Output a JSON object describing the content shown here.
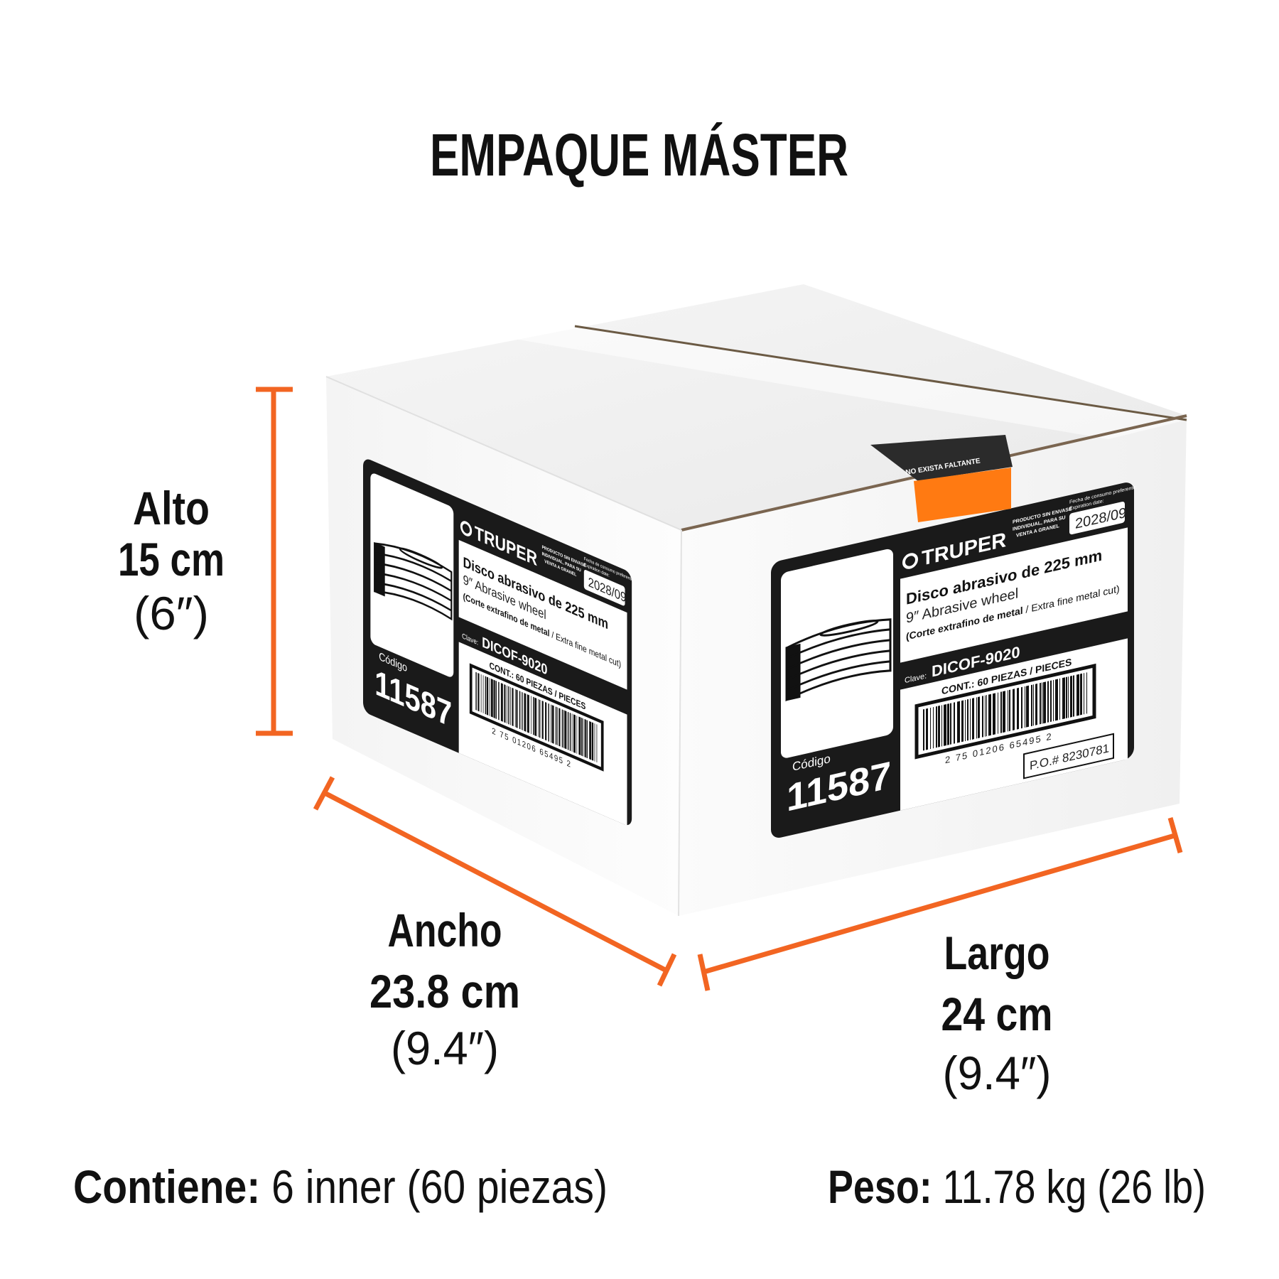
{
  "title": "EMPAQUE MÁSTER",
  "dimensions": {
    "alto": {
      "label": "Alto",
      "metric": "15 cm",
      "imperial": "(6″)"
    },
    "ancho": {
      "label": "Ancho",
      "metric": "23.8 cm",
      "imperial": "(9.4″)"
    },
    "largo": {
      "label": "Largo",
      "metric": "24 cm",
      "imperial": "(9.4″)"
    }
  },
  "footer": {
    "contents_label": "Contiene:",
    "contents_value": " 6 inner (60 piezas)",
    "weight_label": "Peso:",
    "weight_value": " 11.78 kg (26 lb)"
  },
  "box_label": {
    "brand": "TRUPER",
    "bulk_note": [
      "PRODUCTO SIN ENVASE",
      "INDIVIDUAL, PARA SU",
      "VENTA A GRANEL"
    ],
    "expiry_caption": [
      "Fecha de consumo preferente:",
      "Expiration date:"
    ],
    "expiry": "2028/09",
    "product_es": "Disco abrasivo de 225 mm",
    "product_en": "9″ Abrasive wheel",
    "cut_es": "(Corte extrafino de metal",
    "cut_en": " / Extra fine metal cut)",
    "clave_label": "Clave:",
    "clave": "DICOF-9020",
    "contents": "CONT.: 60 PIEZAS / PIECES",
    "barcode_number": "2 75 01206 65495 2",
    "codigo_label": "Código",
    "codigo": "11587",
    "po": "P.O.#  8230781",
    "seal_text": "NO EXISTA FALTANTE"
  },
  "colors": {
    "accent": "#f26522",
    "seal_orange": "#ff7a12",
    "label_black": "#1a1a1a"
  }
}
